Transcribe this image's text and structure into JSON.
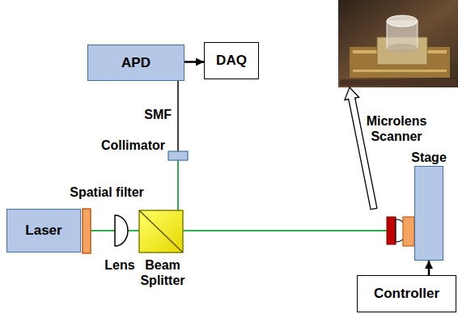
{
  "diagram": {
    "nodes": [
      {
        "text": [
          "APD"
        ]
      },
      {
        "text": [
          "DAQ"
        ]
      },
      {
        "text": [
          "Laser"
        ]
      },
      {
        "text": [
          "Stage"
        ]
      },
      {
        "text": [
          "Controller"
        ]
      }
    ],
    "edges": [
      {
        "from": 0,
        "to": 1,
        "arrow": "to"
      },
      {
        "from": 4,
        "to": 3,
        "arrow": "to"
      }
    ],
    "labels": [
      "SMF",
      "Collimator",
      "Spatial filter",
      "Lens",
      "Beam Splitter",
      "Microlens Scanner"
    ]
  }
}
